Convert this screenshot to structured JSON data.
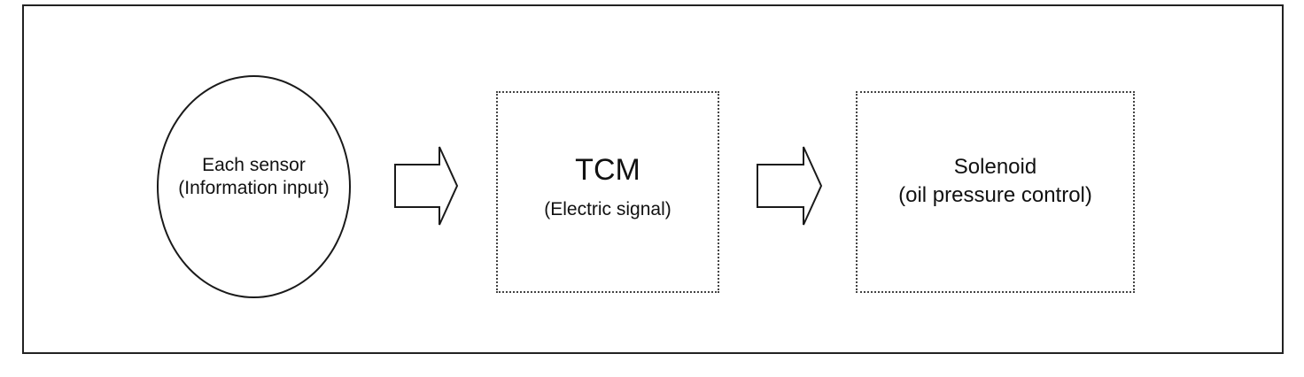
{
  "nodes": {
    "sensor": {
      "title": "Each sensor",
      "subtitle": "(Information input)"
    },
    "tcm": {
      "title": "TCM",
      "subtitle": "(Electric signal)"
    },
    "solenoid": {
      "title": "Solenoid",
      "subtitle": "(oil pressure control)"
    }
  },
  "edges": [
    {
      "from": "sensor",
      "to": "tcm",
      "style": "hollow-arrow"
    },
    {
      "from": "tcm",
      "to": "solenoid",
      "style": "hollow-arrow"
    }
  ],
  "colors": {
    "stroke": "#1a1a1a",
    "background": "#ffffff"
  }
}
